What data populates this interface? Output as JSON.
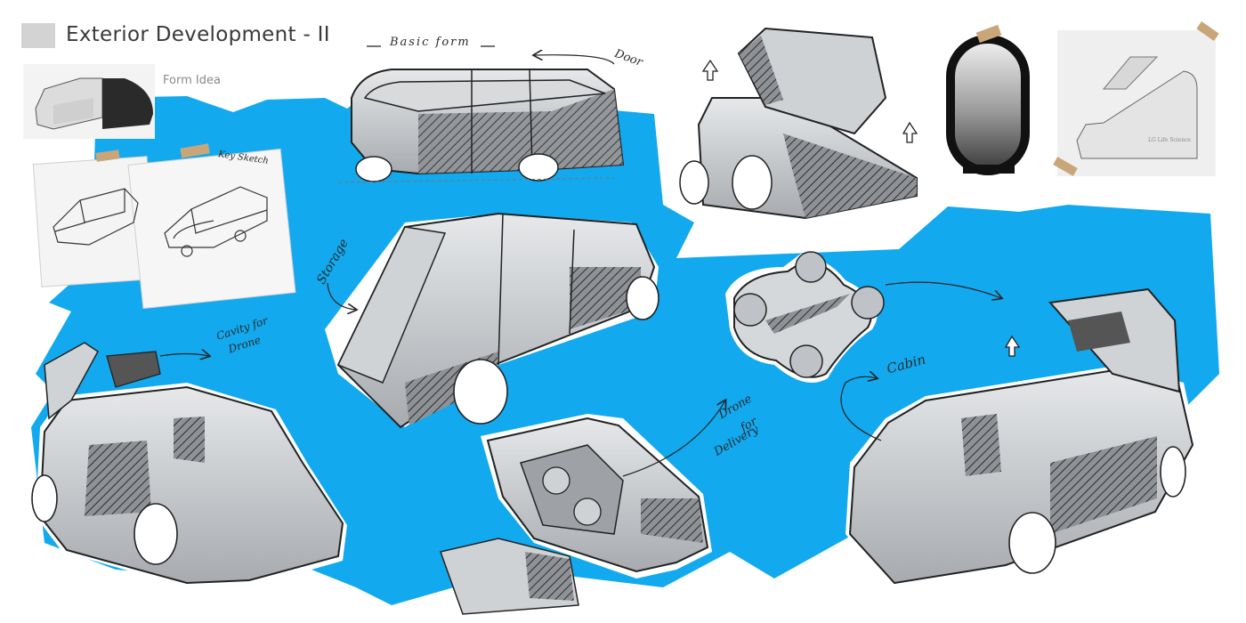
{
  "header": {
    "title": "Exterior Development - II",
    "form_caption": "Form Idea"
  },
  "annotations": {
    "basic_form": "Basic form",
    "door": "Door",
    "key_sketch": "Key Sketch",
    "storage": "Storage",
    "cavity_line1": "Cavity for",
    "cavity_line2": "Drone",
    "drone_line1": "Drone",
    "drone_line2": "for",
    "drone_line3": "Delivery",
    "cabin": "Cabin"
  },
  "reference_photo_brand": "LG Life Science",
  "colors": {
    "accent_blue": "#12a9ee",
    "marker_gray": "#bfc3c7",
    "ink": "#2a2a2a",
    "tape": "#c9a679"
  }
}
